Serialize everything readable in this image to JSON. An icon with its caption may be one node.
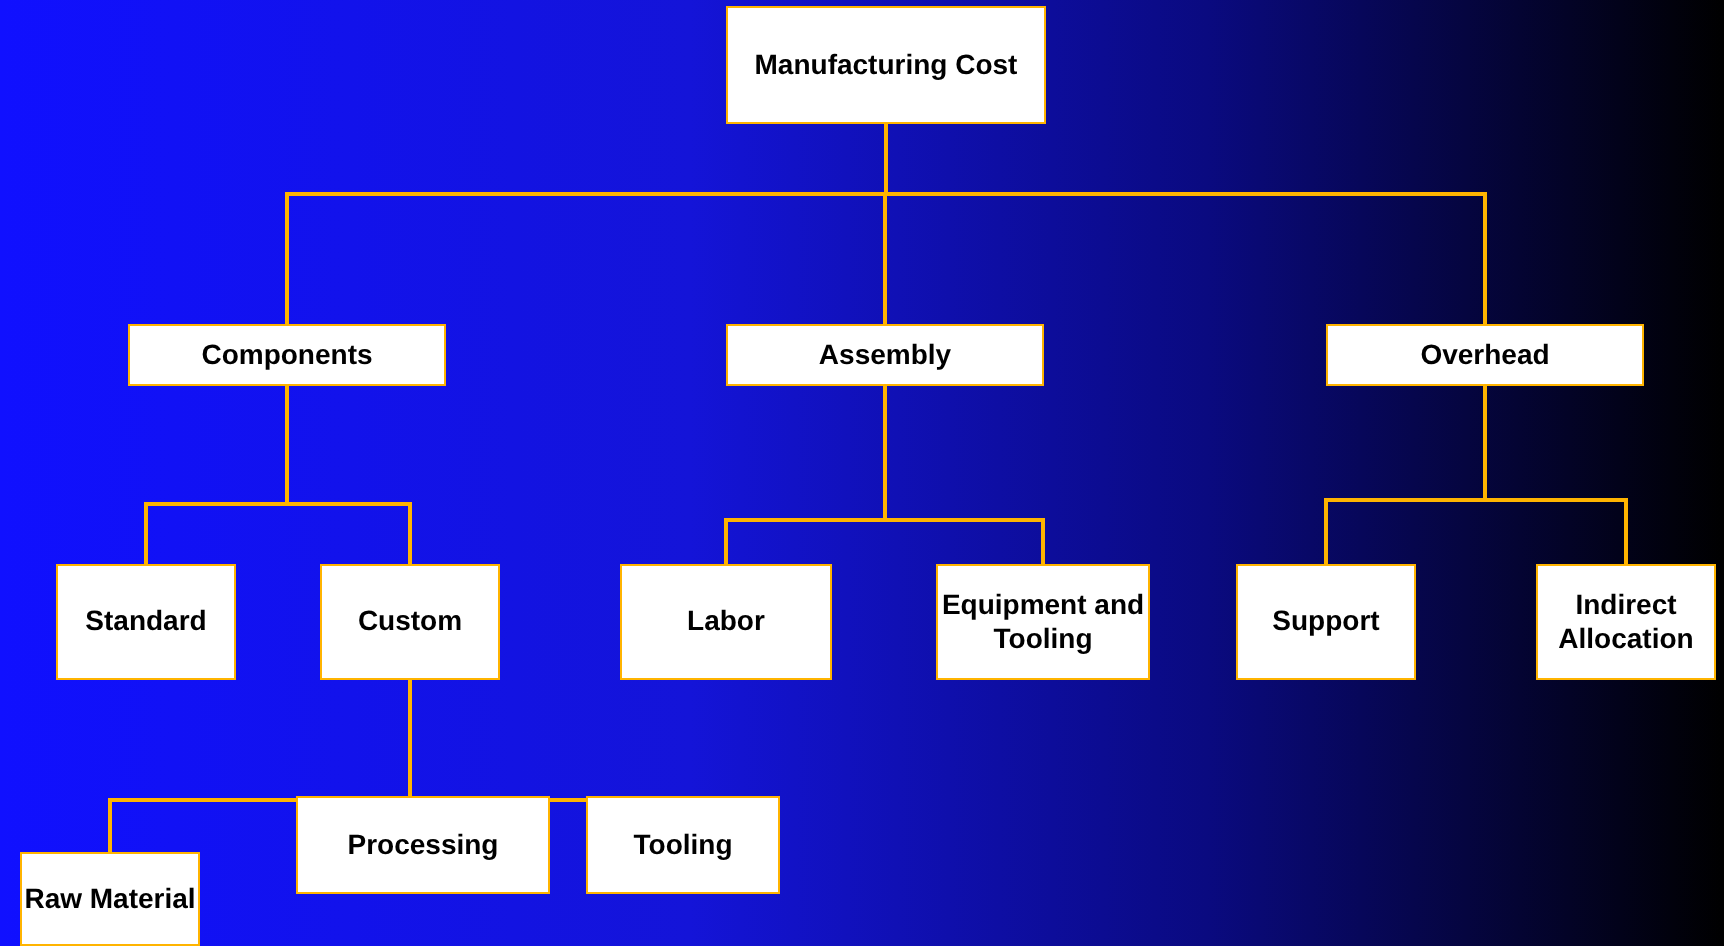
{
  "diagram": {
    "nodes": [
      {
        "text": [
          "Manufacturing Cost"
        ]
      },
      {
        "text": [
          "Components"
        ]
      },
      {
        "text": [
          "Assembly"
        ]
      },
      {
        "text": [
          "Overhead"
        ]
      },
      {
        "text": [
          "Standard"
        ]
      },
      {
        "text": [
          "Custom"
        ]
      },
      {
        "text": [
          "Labor"
        ]
      },
      {
        "text": [
          "Equipment and Tooling"
        ]
      },
      {
        "text": [
          "Support"
        ]
      },
      {
        "text": [
          "Indirect Allocation"
        ]
      },
      {
        "text": [
          "Raw Material"
        ]
      },
      {
        "text": [
          "Processing"
        ]
      },
      {
        "text": [
          "Tooling"
        ]
      }
    ],
    "edges": [
      {
        "from": 0,
        "to": 1,
        "arrow": "none"
      },
      {
        "from": 0,
        "to": 2,
        "arrow": "none"
      },
      {
        "from": 0,
        "to": 3,
        "arrow": "none"
      },
      {
        "from": 1,
        "to": 4,
        "arrow": "none"
      },
      {
        "from": 1,
        "to": 5,
        "arrow": "none"
      },
      {
        "from": 2,
        "to": 6,
        "arrow": "none"
      },
      {
        "from": 2,
        "to": 7,
        "arrow": "none"
      },
      {
        "from": 3,
        "to": 8,
        "arrow": "none"
      },
      {
        "from": 3,
        "to": 9,
        "arrow": "none"
      },
      {
        "from": 5,
        "to": 10,
        "arrow": "none"
      },
      {
        "from": 5,
        "to": 11,
        "arrow": "none"
      },
      {
        "from": 5,
        "to": 12,
        "arrow": "none"
      }
    ]
  }
}
